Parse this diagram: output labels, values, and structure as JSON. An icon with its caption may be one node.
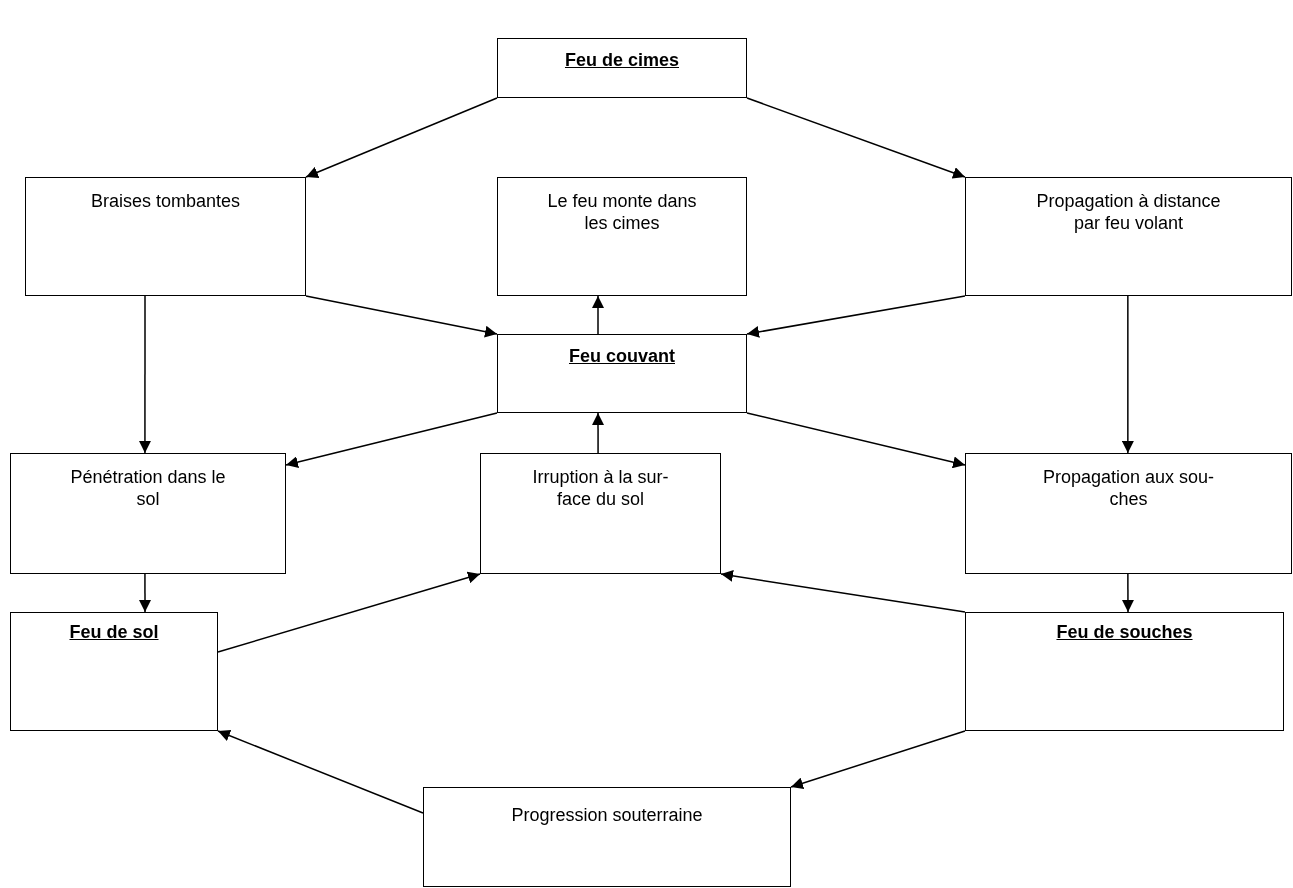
{
  "diagram": {
    "nodes": [
      {
        "text": [
          "Feu de cimes"
        ]
      },
      {
        "text": [
          "Braises tombantes"
        ]
      },
      {
        "text": [
          "Le feu monte dans les cimes"
        ]
      },
      {
        "text": [
          "Propagation à distance par feu volant"
        ]
      },
      {
        "text": [
          "Feu couvant"
        ]
      },
      {
        "text": [
          "Pénétration dans le sol"
        ]
      },
      {
        "text": [
          "Irruption à la sur-face du sol"
        ]
      },
      {
        "text": [
          "Propagation aux sou-ches"
        ]
      },
      {
        "text": [
          "Feu de sol"
        ]
      },
      {
        "text": [
          "Feu de souches"
        ]
      },
      {
        "text": [
          "Progression souterraine"
        ]
      }
    ],
    "edges": [
      {
        "from": 0,
        "to": 1,
        "arrow": "to"
      },
      {
        "from": 0,
        "to": 3,
        "arrow": "to"
      },
      {
        "from": 1,
        "to": 4,
        "arrow": "to"
      },
      {
        "from": 3,
        "to": 4,
        "arrow": "to"
      },
      {
        "from": 4,
        "to": 2,
        "arrow": "to"
      },
      {
        "from": 1,
        "to": 5,
        "arrow": "to"
      },
      {
        "from": 3,
        "to": 7,
        "arrow": "to"
      },
      {
        "from": 4,
        "to": 5,
        "arrow": "to"
      },
      {
        "from": 4,
        "to": 7,
        "arrow": "to"
      },
      {
        "from": 6,
        "to": 4,
        "arrow": "to"
      },
      {
        "from": 5,
        "to": 8,
        "arrow": "to"
      },
      {
        "from": 7,
        "to": 9,
        "arrow": "to"
      },
      {
        "from": 8,
        "to": 6,
        "arrow": "to"
      },
      {
        "from": 9,
        "to": 6,
        "arrow": "to"
      },
      {
        "from": 10,
        "to": 8,
        "arrow": "to"
      },
      {
        "from": 9,
        "to": 10,
        "arrow": "to"
      }
    ]
  }
}
